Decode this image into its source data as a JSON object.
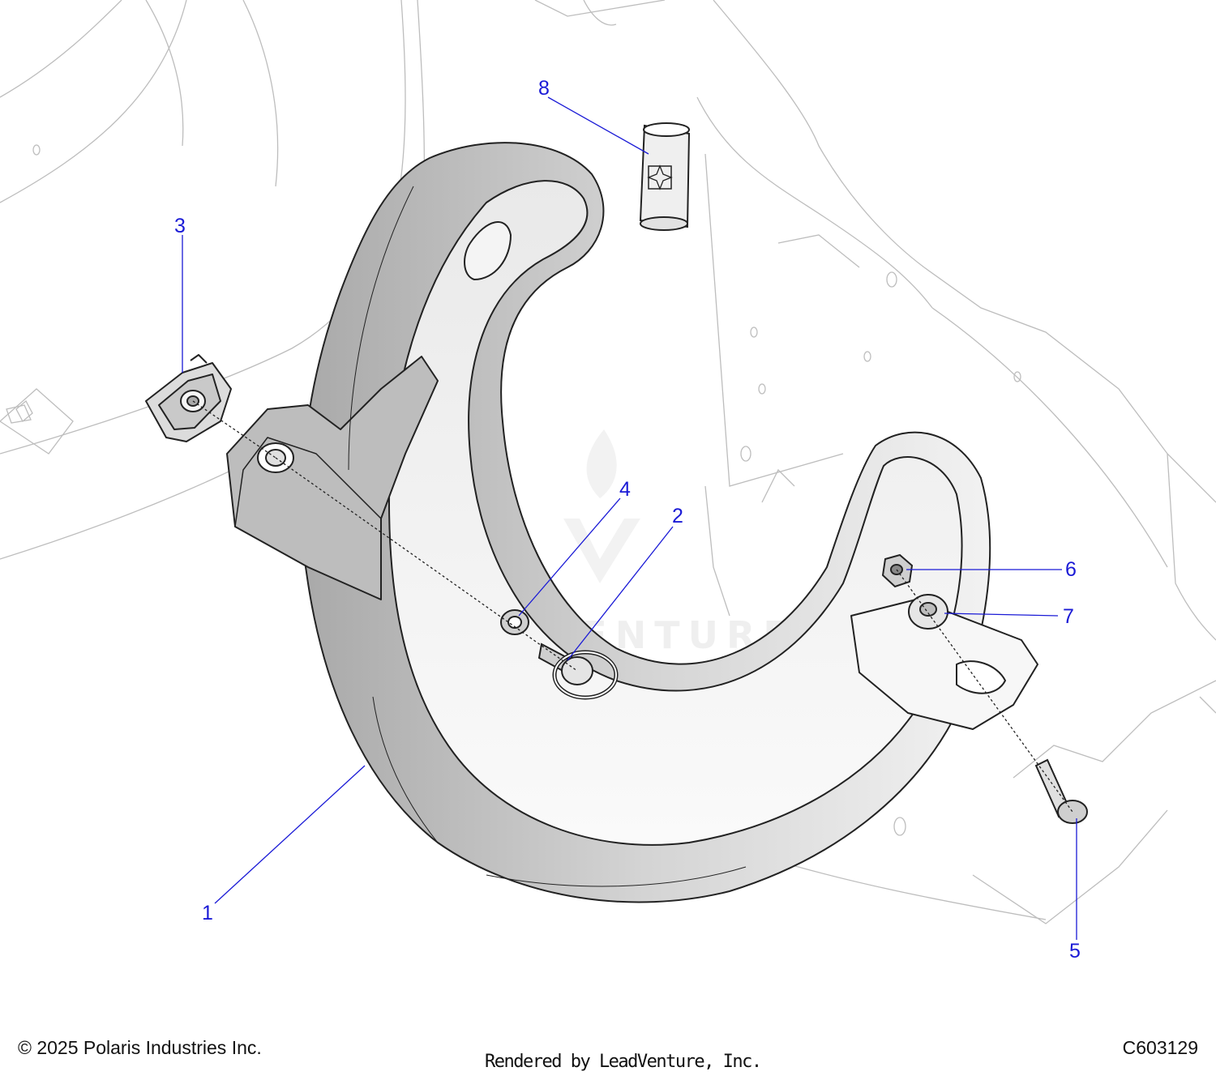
{
  "callouts": [
    {
      "id": "1",
      "label": "1"
    },
    {
      "id": "2",
      "label": "2"
    },
    {
      "id": "3",
      "label": "3"
    },
    {
      "id": "4",
      "label": "4"
    },
    {
      "id": "5",
      "label": "5"
    },
    {
      "id": "6",
      "label": "6"
    },
    {
      "id": "7",
      "label": "7"
    },
    {
      "id": "8",
      "label": "8"
    }
  ],
  "watermark": "LEADVENTURE",
  "footer": {
    "copyright": "© 2025 Polaris Industries Inc.",
    "rendered_by": "Rendered by LeadVenture, Inc.",
    "diagram_id": "C603129"
  },
  "colors": {
    "callout": "#1a1ad6",
    "part_outline": "#222222",
    "ghost_outline": "#b8b8b8"
  }
}
